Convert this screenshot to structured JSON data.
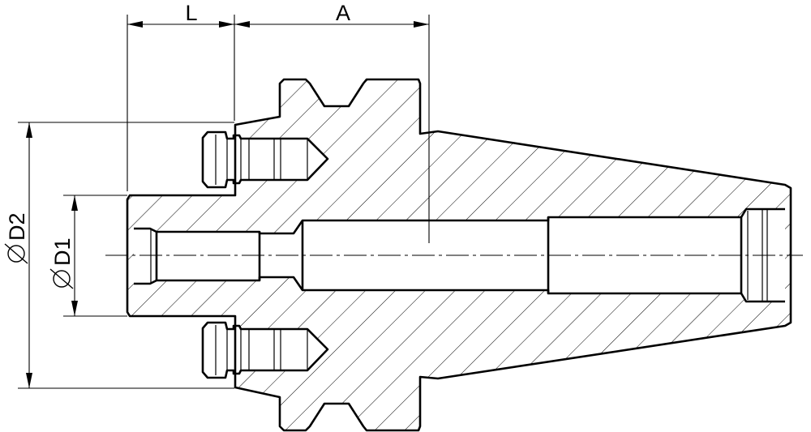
{
  "labels": {
    "dim_l": "L",
    "dim_a": "A",
    "dim_d2": "D2",
    "dim_d1": "D1"
  },
  "colors": {
    "stroke": "#000000",
    "background": "#ffffff"
  }
}
